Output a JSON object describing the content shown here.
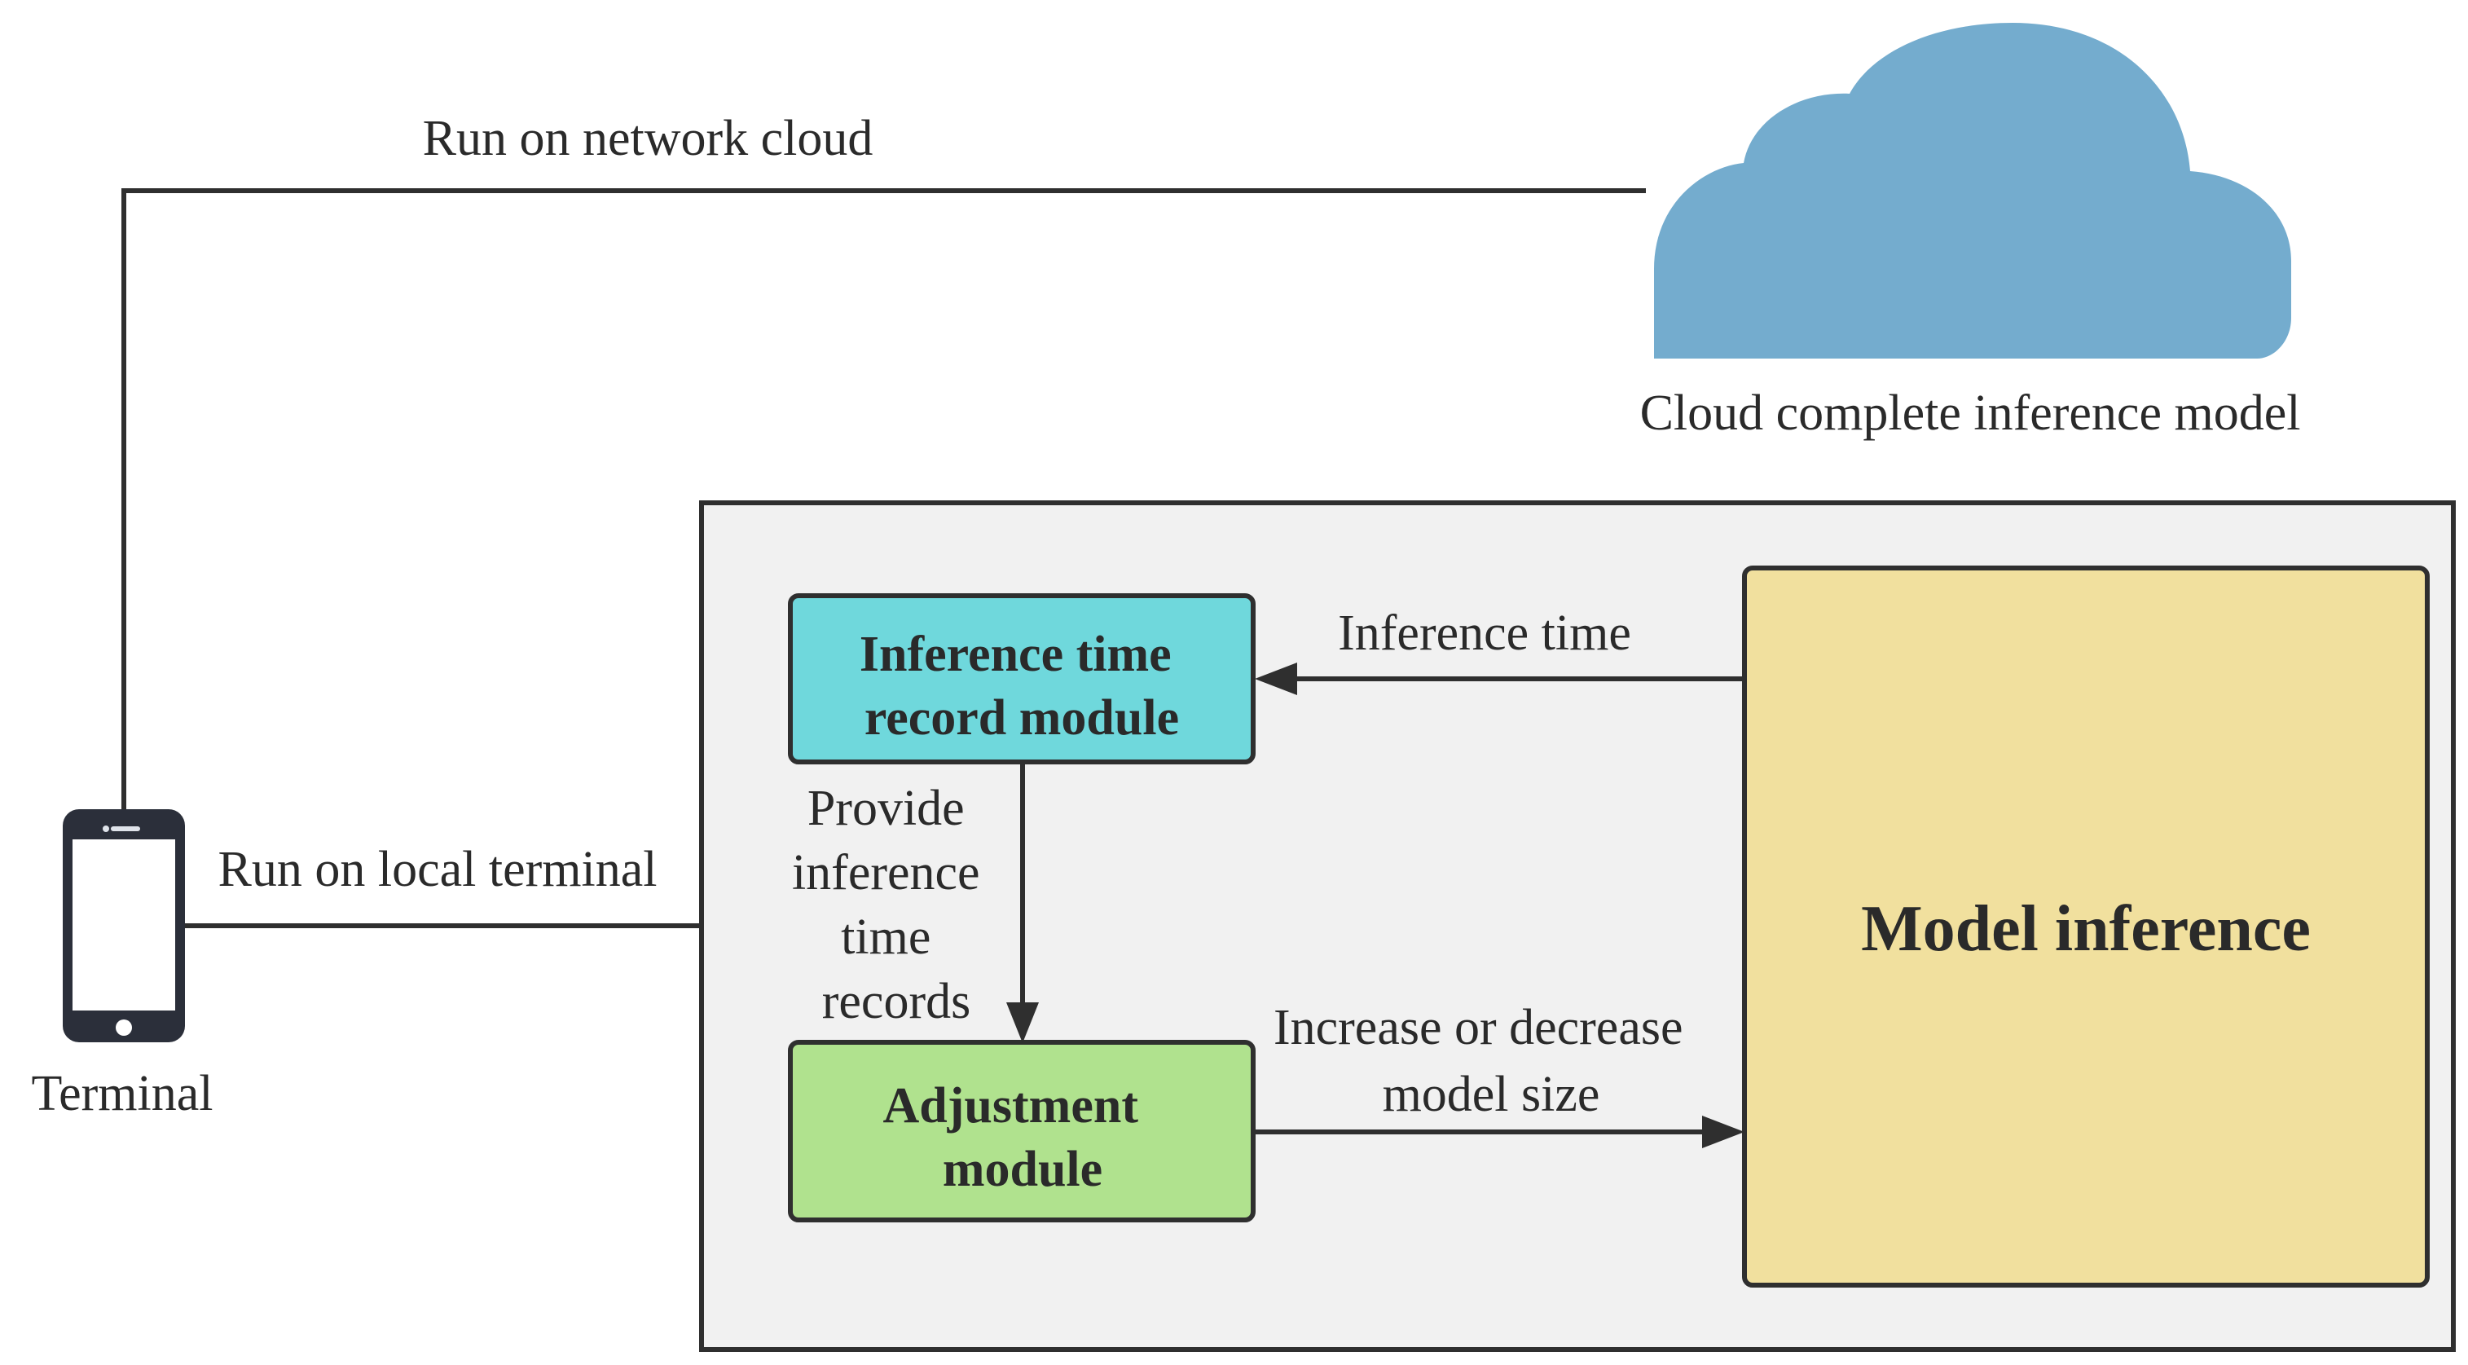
{
  "labels": {
    "network_cloud": "Run on network cloud",
    "cloud_model": "Cloud complete inference model",
    "local_terminal": "Run on local terminal",
    "terminal": "Terminal",
    "inference_time": "Inference time",
    "provide_records": [
      "Provide",
      "inference",
      "time",
      "records"
    ],
    "increase_decrease": [
      "Increase or decrease",
      "model size"
    ]
  },
  "modules": {
    "record": [
      "Inference time",
      "record module"
    ],
    "adjustment": [
      "Adjustment",
      "module"
    ],
    "model_inference": "Model inference"
  },
  "colors": {
    "cloud": "#74acce",
    "container": "#f1f1f1",
    "record_module": "#6fd8dc",
    "adjustment_module": "#b0e28e",
    "model_inference": "#f1e09e",
    "line": "#2f2f2f",
    "phone": "#2b2f3a"
  },
  "icons": {
    "cloud": "cloud-icon",
    "terminal": "smartphone-icon"
  }
}
